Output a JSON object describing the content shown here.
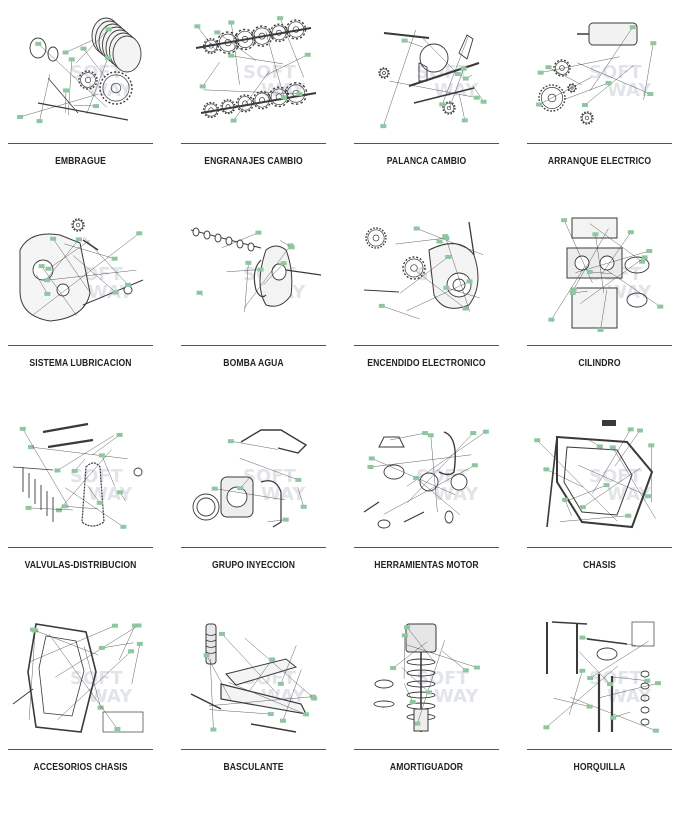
{
  "watermark": "SOFT WAY",
  "categories": [
    {
      "label": "EMBRAGUE",
      "thumb_icon": "clutch-diagram-icon"
    },
    {
      "label": "ENGRANAJES CAMBIO",
      "thumb_icon": "gearbox-diagram-icon"
    },
    {
      "label": "PALANCA CAMBIO",
      "thumb_icon": "shift-lever-diagram-icon"
    },
    {
      "label": "ARRANQUE ELECTRICO",
      "thumb_icon": "electric-starter-diagram-icon"
    },
    {
      "label": "SISTEMA LUBRICACION",
      "thumb_icon": "lubrication-diagram-icon"
    },
    {
      "label": "BOMBA AGUA",
      "thumb_icon": "water-pump-diagram-icon"
    },
    {
      "label": "ENCENDIDO ELECTRONICO",
      "thumb_icon": "ignition-diagram-icon"
    },
    {
      "label": "CILINDRO",
      "thumb_icon": "cylinder-diagram-icon"
    },
    {
      "label": "VALVULAS-DISTRIBUCION",
      "thumb_icon": "valves-timing-diagram-icon"
    },
    {
      "label": "GRUPO INYECCION",
      "thumb_icon": "injection-diagram-icon"
    },
    {
      "label": "HERRAMIENTAS MOTOR",
      "thumb_icon": "engine-tools-diagram-icon"
    },
    {
      "label": "CHASIS",
      "thumb_icon": "frame-diagram-icon"
    },
    {
      "label": "ACCESORIOS CHASIS",
      "thumb_icon": "frame-accessories-diagram-icon"
    },
    {
      "label": "BASCULANTE",
      "thumb_icon": "swingarm-diagram-icon"
    },
    {
      "label": "AMORTIGUADOR",
      "thumb_icon": "shock-absorber-diagram-icon"
    },
    {
      "label": "HORQUILLA",
      "thumb_icon": "fork-diagram-icon"
    }
  ],
  "colors": {
    "rule": "#b32a2a",
    "label": "#222222",
    "line_art": "#3a3a3a",
    "callout": "#8fc6a0"
  }
}
